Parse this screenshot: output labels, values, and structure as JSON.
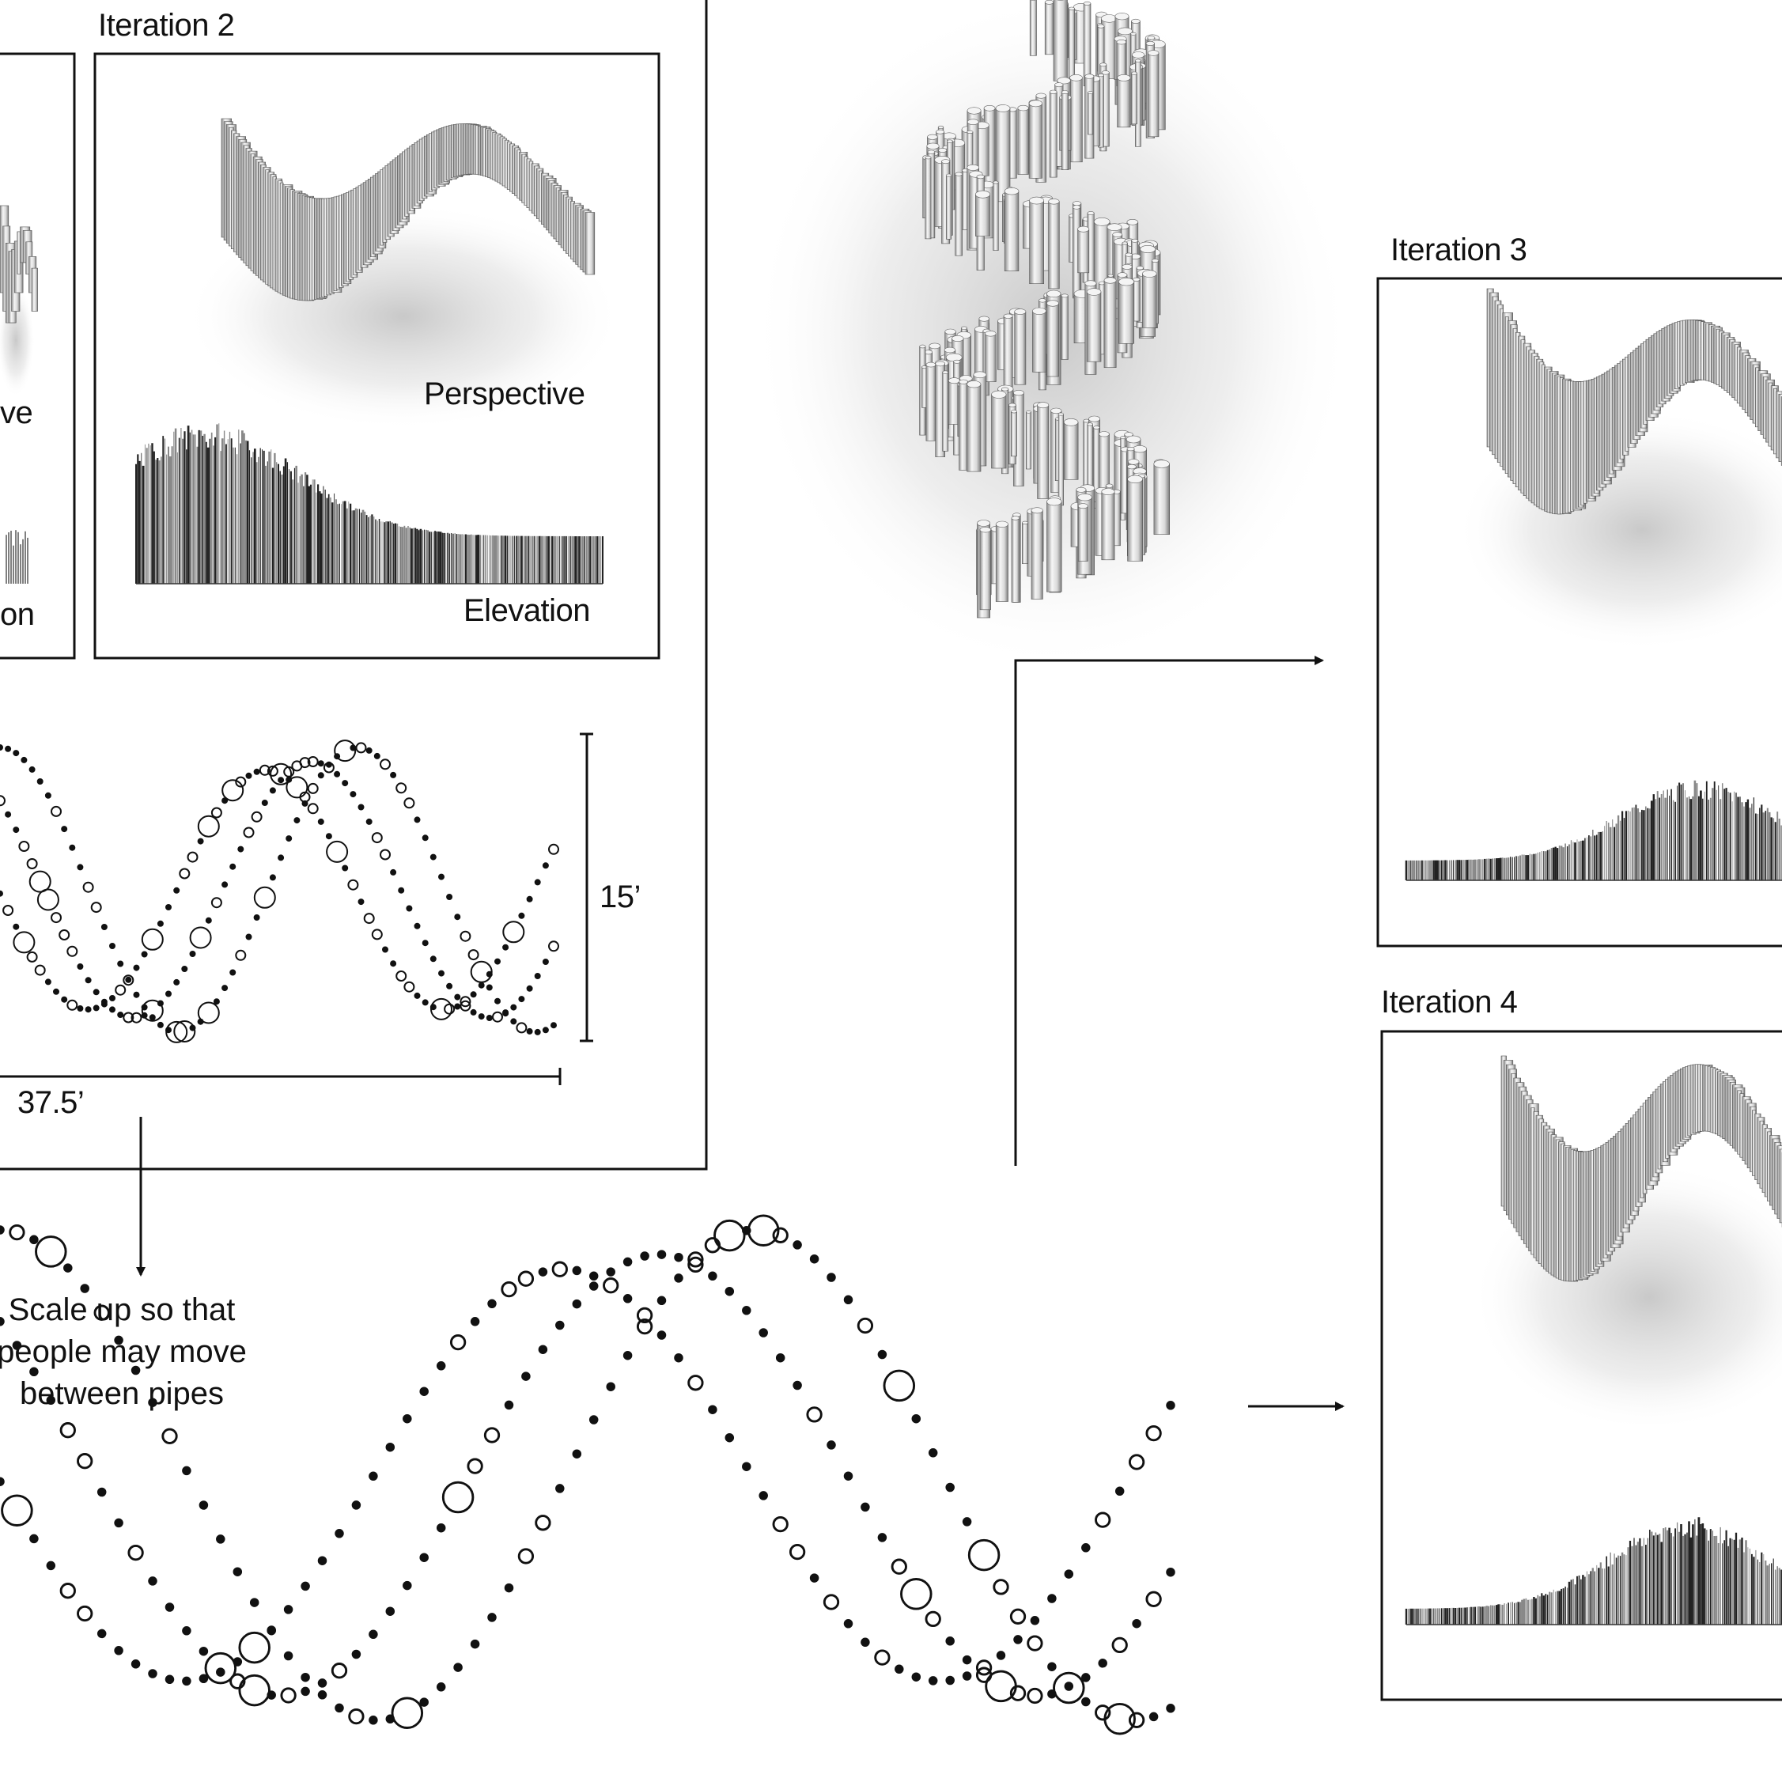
{
  "labels": {
    "iteration2": "Iteration 2",
    "iteration3": "Iteration 3",
    "iteration4": "Iteration 4",
    "perspective": "Perspective",
    "elevation": "Elevation",
    "perspective_cut": "ve",
    "elevation_cut": "on",
    "height_dim": "15’",
    "width_dim": "37.5’",
    "scale_note": [
      "Scale up so that",
      "people may move",
      "between pipes"
    ]
  },
  "colors": {
    "ink": "#111111",
    "pipe_light": "#f2f2f2",
    "pipe_shade": "#9a9a9a",
    "shadow": "#cfcfcf"
  },
  "icons": [
    "arrow-down-icon",
    "arrow-right-icon"
  ]
}
